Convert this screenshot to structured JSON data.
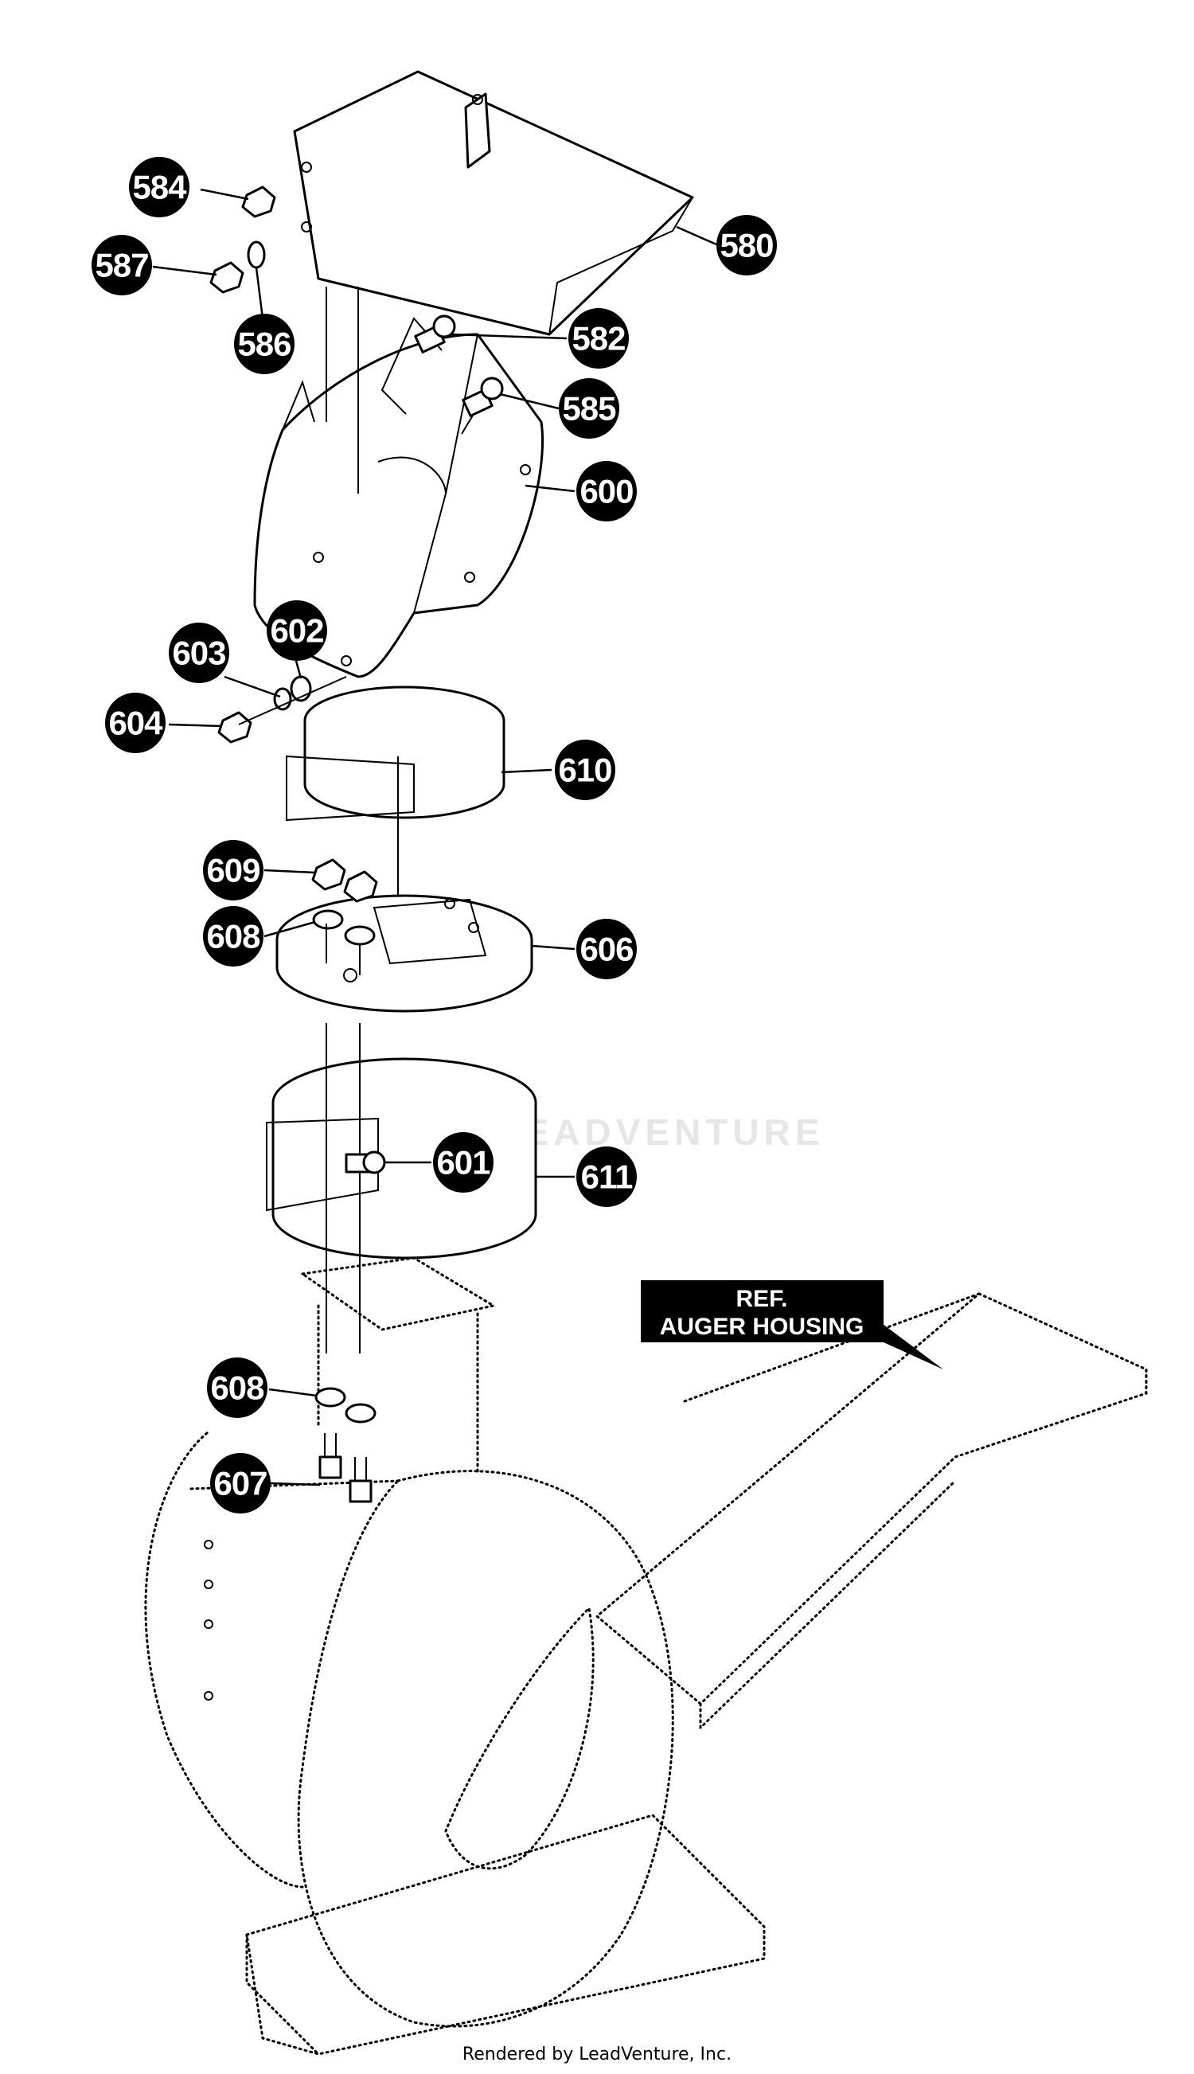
{
  "callouts": {
    "c584": "584",
    "c587": "587",
    "c586": "586",
    "c580": "580",
    "c582": "582",
    "c585": "585",
    "c600": "600",
    "c603": "603",
    "c602": "602",
    "c604": "604",
    "c610": "610",
    "c609": "609",
    "c608a": "608",
    "c606": "606",
    "c601": "601",
    "c611": "611",
    "c608b": "608",
    "c607": "607"
  },
  "reference": {
    "line1": "REF.",
    "line2": "AUGER HOUSING"
  },
  "watermark": "LEADVENTURE",
  "footer": "Rendered by LeadVenture, Inc.",
  "colors": {
    "callout": "#000000",
    "line": "#000000",
    "background": "#ffffff"
  }
}
